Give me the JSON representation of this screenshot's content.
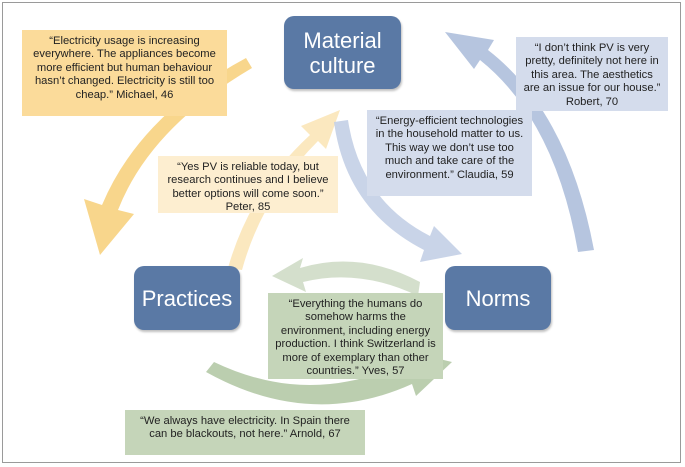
{
  "nodes": {
    "material_culture": "Material culture",
    "practices": "Practices",
    "norms": "Norms"
  },
  "quotes": {
    "michael": "“Electricity usage is increasing everywhere. The appliances become more efficient but human behaviour hasn’t changed. Electricity is still too cheap.” Michael, 46",
    "peter": "“Yes PV is reliable today, but research continues and I believe better options will come soon.” Peter, 85",
    "robert": "“I don’t think PV is very pretty, definitely not here in this area. The aesthetics are an issue for our house.” Robert, 70",
    "claudia": "“Energy-efficient technologies in the household matter to us. This way we don’t use too much and take care of the environment.” Claudia, 59",
    "yves": "“Everything the humans do somehow harms the environment, including energy production. I think Switzerland is more of exemplary than other countries.” Yves, 57",
    "arnold": "“We always have electricity. In Spain there can be blackouts, not here.” Arnold, 67"
  },
  "colors": {
    "node": "#5a79a5",
    "yellow": "#fbdb9a",
    "light_yellow": "#fdeed0",
    "blue": "#d4dcec",
    "green": "#c5d5b9"
  }
}
